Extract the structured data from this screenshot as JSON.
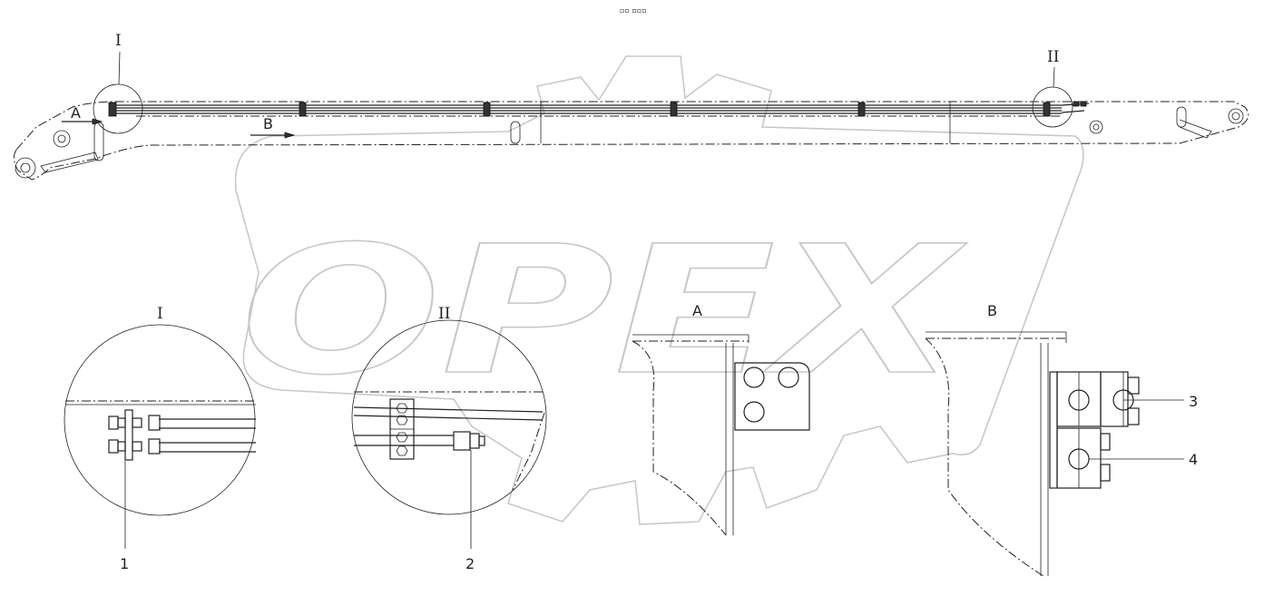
{
  "header_mark": "▫▫ ▫▫▫",
  "watermark": {
    "text": "OPEX"
  },
  "views": {
    "main": {
      "detail_I": "I",
      "detail_II": "II",
      "arrow_A": "A",
      "arrow_B": "B"
    },
    "detail_I": {
      "title": "I"
    },
    "detail_II": {
      "title": "II"
    },
    "section_A": {
      "title": "A"
    },
    "section_B": {
      "title": "B"
    }
  },
  "callouts": [
    "1",
    "2",
    "3",
    "4"
  ]
}
